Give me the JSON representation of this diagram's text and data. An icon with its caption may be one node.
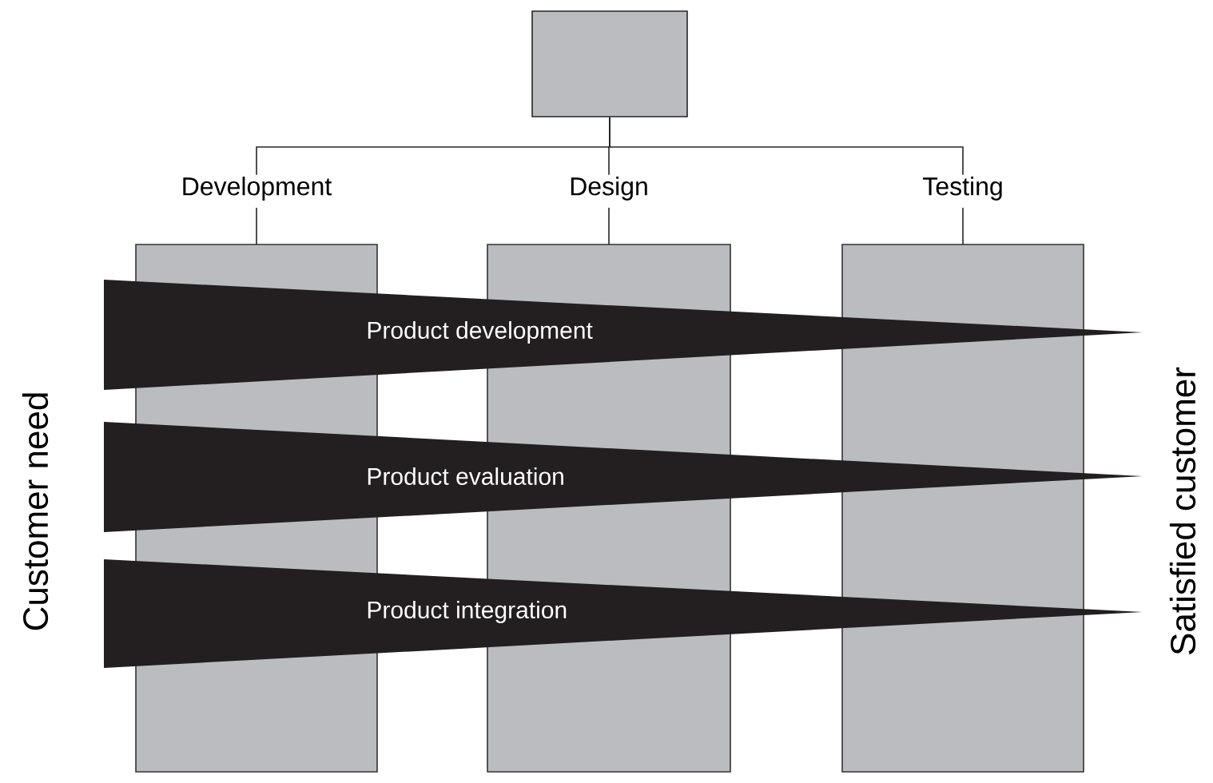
{
  "diagram": {
    "nodes": [
      {
        "text": [],
        "shape": "box"
      },
      {
        "text": [
          "Development"
        ]
      },
      {
        "text": [
          "Design"
        ]
      },
      {
        "text": [
          "Testing"
        ]
      },
      {
        "text": [
          "Product development"
        ]
      },
      {
        "text": [
          "Product evaluation"
        ]
      },
      {
        "text": [
          "Product integration"
        ]
      }
    ],
    "edges": [
      {
        "from": 0,
        "to": 1,
        "arrow": "none"
      },
      {
        "from": 0,
        "to": 2,
        "arrow": "none"
      },
      {
        "from": 0,
        "to": 3,
        "arrow": "none"
      }
    ],
    "labels": [
      "Customer need",
      "Satisfied customer"
    ]
  }
}
